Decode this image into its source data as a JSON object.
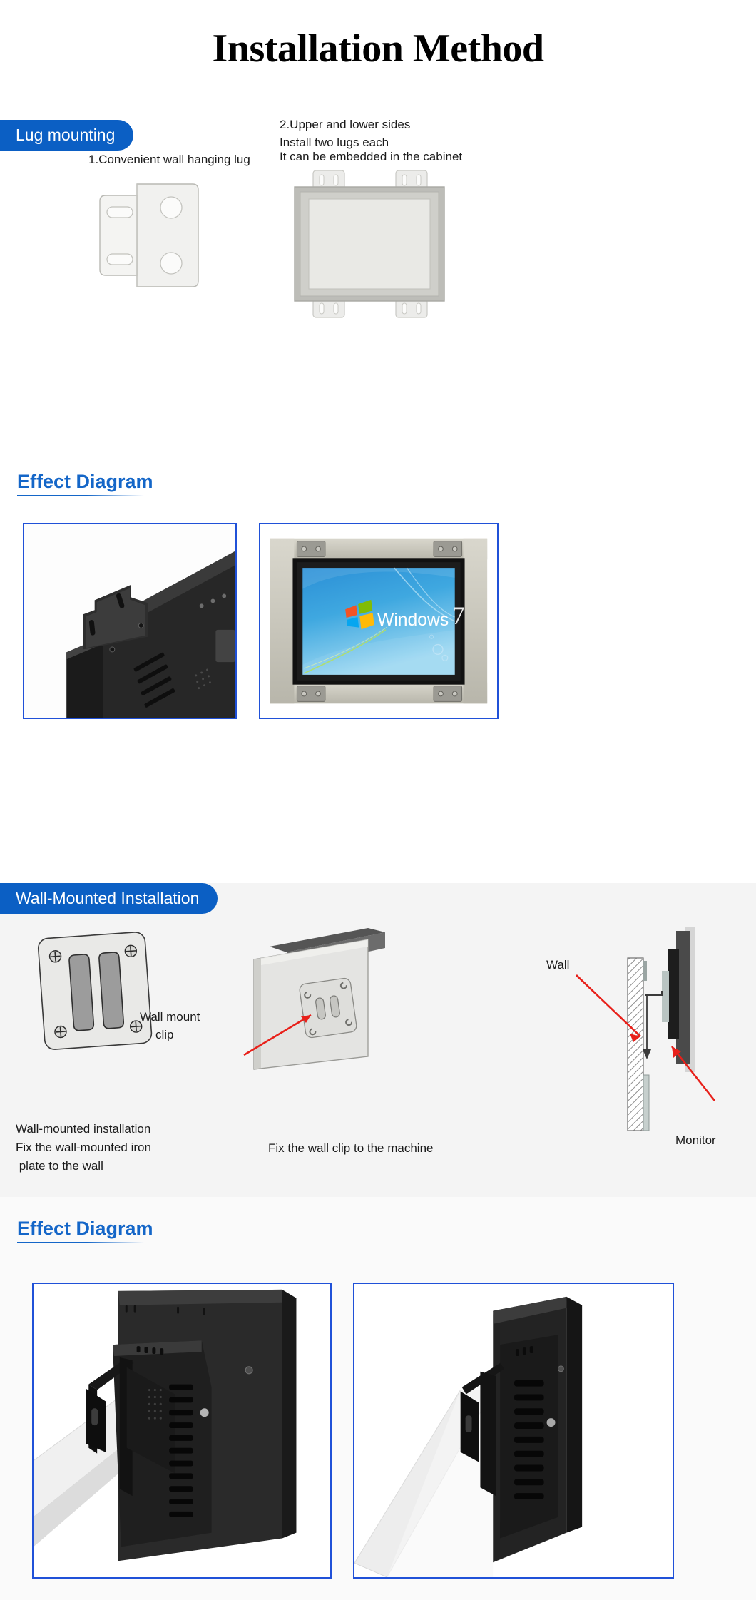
{
  "page": {
    "title": "Installation Method",
    "background": "#ffffff",
    "accent_blue": "#0b5fc4",
    "heading_blue": "#1466c8",
    "photo_border_blue": "#2051d8",
    "arrow_red": "#e8201a"
  },
  "section_lug": {
    "tab_label": "Lug mounting",
    "caption_1": "1.Convenient wall hanging lug",
    "caption_2_line1": "2.Upper and lower sides",
    "caption_2_line2": "Install two lugs each",
    "caption_2_line3": "It can be embedded in the cabinet",
    "effect_heading": "Effect Diagram",
    "photo_left_alt": "black monitor rear corner with lug bracket attached",
    "photo_right_alt": "open frame monitor in cabinet showing Windows 7 desktop",
    "screen_text": "Windows",
    "screen_text_numeral": "7"
  },
  "section_wall": {
    "tab_label": "Wall-Mounted Installation",
    "caption_left_line1": "Wall-mounted installation",
    "caption_left_line2": "Fix the wall-mounted iron",
    "caption_left_line3": " plate to the wall",
    "caption_middle": "Fix the wall clip to the machine",
    "label_wall_mount_clip_line1": "Wall mount",
    "label_wall_mount_clip_line2": "clip",
    "label_wall": "Wall",
    "label_monitor": "Monitor",
    "effect_heading": "Effect Diagram",
    "photo_left_alt": "monitor wall mounted on white wall side view",
    "photo_right_alt": "monitor wall mounted viewed from other angle"
  }
}
